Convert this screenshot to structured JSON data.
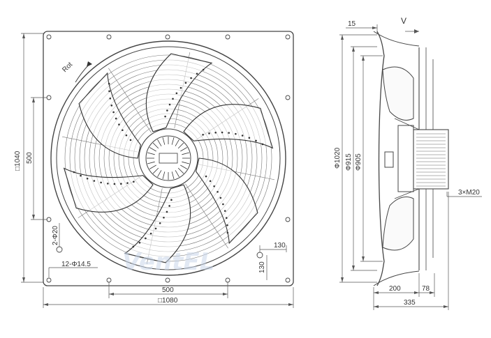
{
  "front_view": {
    "dims": {
      "height_outer": "□1040",
      "spacing_vertical": "500",
      "hole_large": "2-Φ20",
      "hole_small": "12-Φ14.5",
      "offset_h": "130",
      "offset_v": "130",
      "spacing_horizontal": "500",
      "width_outer": "□1080"
    },
    "rotation_label": "Rot"
  },
  "side_view": {
    "dims": {
      "top_offset": "15",
      "airflow": "V",
      "dia_outer": "Φ1020",
      "dia_mid": "Φ915",
      "dia_inner": "Φ905",
      "bolts": "3×M20",
      "depth_a": "200",
      "depth_b": "78",
      "depth_total": "335"
    }
  },
  "watermark": "VentEL"
}
